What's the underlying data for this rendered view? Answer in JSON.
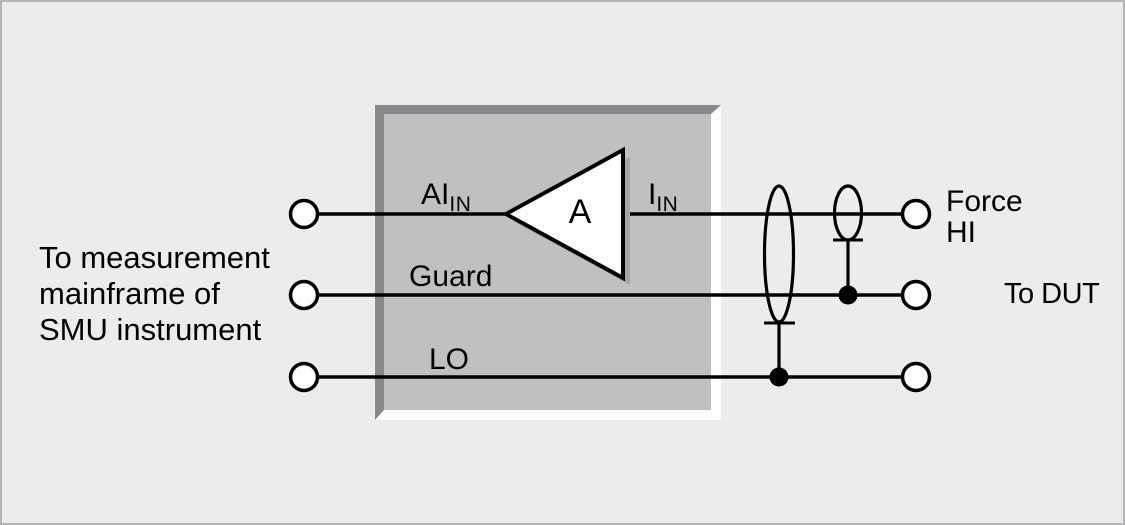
{
  "figure": {
    "type": "circuit-schematic",
    "description_labels": {
      "source_note_line1": "To measurement",
      "source_note_line2": "mainframe of",
      "source_note_line3": "SMU instrument",
      "amp_gain": "A",
      "ain_main": "AI",
      "ain_sub": "IN",
      "iin_main": "I",
      "iin_sub": "IN",
      "guard": "Guard",
      "lo": "LO",
      "force": "Force",
      "hi": "HI",
      "to_dut": "To DUT"
    },
    "colors": {
      "background": "#ececec",
      "page_border": "#b3b5b9",
      "box_fill": "#bec0c2",
      "box_bevel_dark": "#87898c",
      "box_bevel_light": "#ffffff",
      "line": "#000000",
      "amp_fill": "#ffffff",
      "amp_shadow": "#a2a4a6",
      "terminal_fill": "#ffffff"
    }
  }
}
